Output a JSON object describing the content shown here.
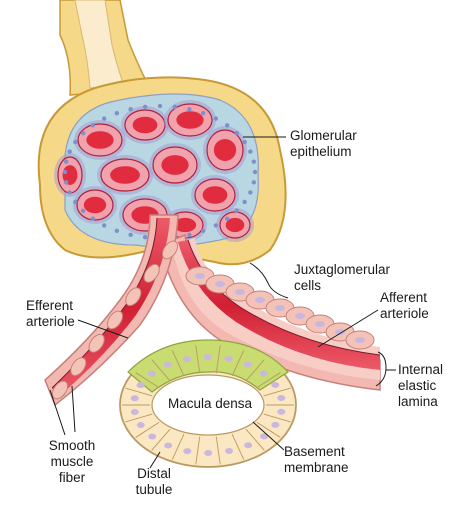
{
  "labels": {
    "glomerular_epithelium": [
      "Glomerular",
      "epithelium"
    ],
    "juxtaglomerular_cells": [
      "Juxtaglomerular",
      "cells"
    ],
    "afferent_arteriole": [
      "Afferent",
      "arteriole"
    ],
    "efferent_arteriole": [
      "Efferent",
      "arteriole"
    ],
    "internal_elastic_lamina": [
      "Internal",
      "elastic",
      "lamina"
    ],
    "macula_densa": [
      "Macula densa"
    ],
    "basement_membrane": [
      "Basement",
      "membrane"
    ],
    "smooth_muscle_fiber": [
      "Smooth",
      "muscle",
      "fiber"
    ],
    "distal_tubule": [
      "Distal",
      "tubule"
    ]
  },
  "colors": {
    "capsule_fill": "#f6d889",
    "capsule_outline": "#c79a37",
    "capillary_red": "#e02c3e",
    "capillary_pink": "#f1a3ad",
    "mesangium_blue": "#b9d7e2",
    "podocyte_purple": "#a99ad0",
    "vessel_wall": "#f2b8b1",
    "tubule_cell": "#fbe7c2",
    "macula_green": "#c8dc72",
    "nucleus_lilac": "#c9b7de"
  }
}
